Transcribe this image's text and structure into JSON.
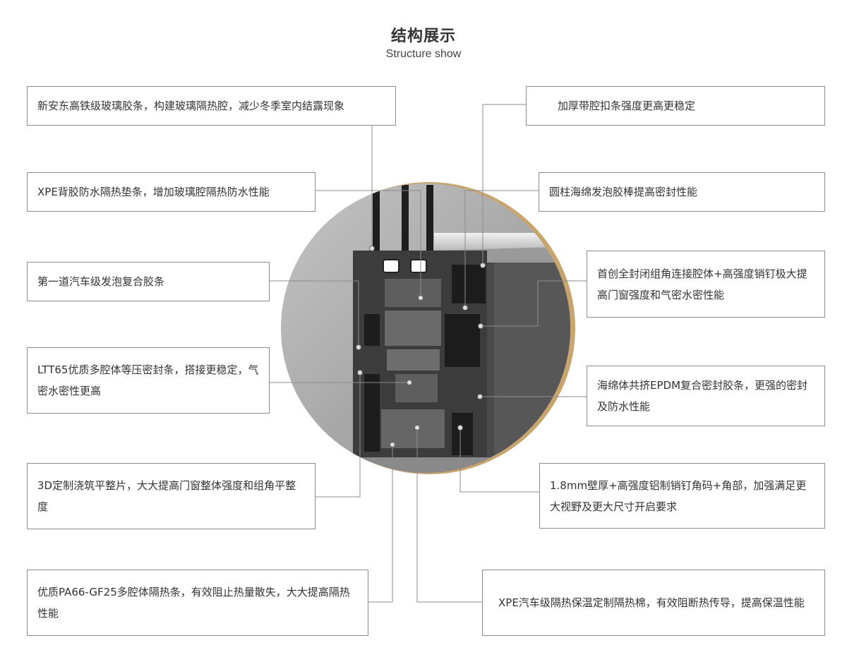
{
  "header": {
    "title": "结构展示",
    "subtitle": "Structure show"
  },
  "callouts": [
    {
      "text": "新安东高铁级玻璃胶条，构建玻璃隔热腔，减少冬季室内结露现象"
    },
    {
      "text": "加厚带腔扣条强度更高更稳定"
    },
    {
      "text": "XPE背胶防水隔热垫条，增加玻璃腔隔热防水性能"
    },
    {
      "text": "圆柱海绵发泡胶棒提高密封性能"
    },
    {
      "text": "第一道汽车级发泡复合胶条"
    },
    {
      "text": "首创全封闭组角连接腔体+高强度销钉极大提高门窗强度和气密水密性能"
    },
    {
      "text": "LTT65优质多腔体等压密封条，搭接更稳定，气密水密性更高"
    },
    {
      "text": "海绵体共挤EPDM复合密封胶条，更强的密封及防水性能"
    },
    {
      "text": "3D定制浇筑平整片，大大提高门窗整体强度和组角平整度"
    },
    {
      "text": "1.8mm壁厚+高强度铝制销钉角码+角部，加强满足更大视野及更大尺寸开启要求"
    },
    {
      "text": "优质PA66-GF25多腔体隔热条，有效阻止热量散失，大大提高隔热性能"
    },
    {
      "text": "XPE汽车级隔热保温定制隔热棉，有效阻断热传导，提高保温性能"
    }
  ],
  "colors": {
    "frame_ring": "#c8a46e",
    "background_disc": "#a9a9a9",
    "profile_metal": "#3c3c3c",
    "leader_line": "#8c8c8c"
  }
}
